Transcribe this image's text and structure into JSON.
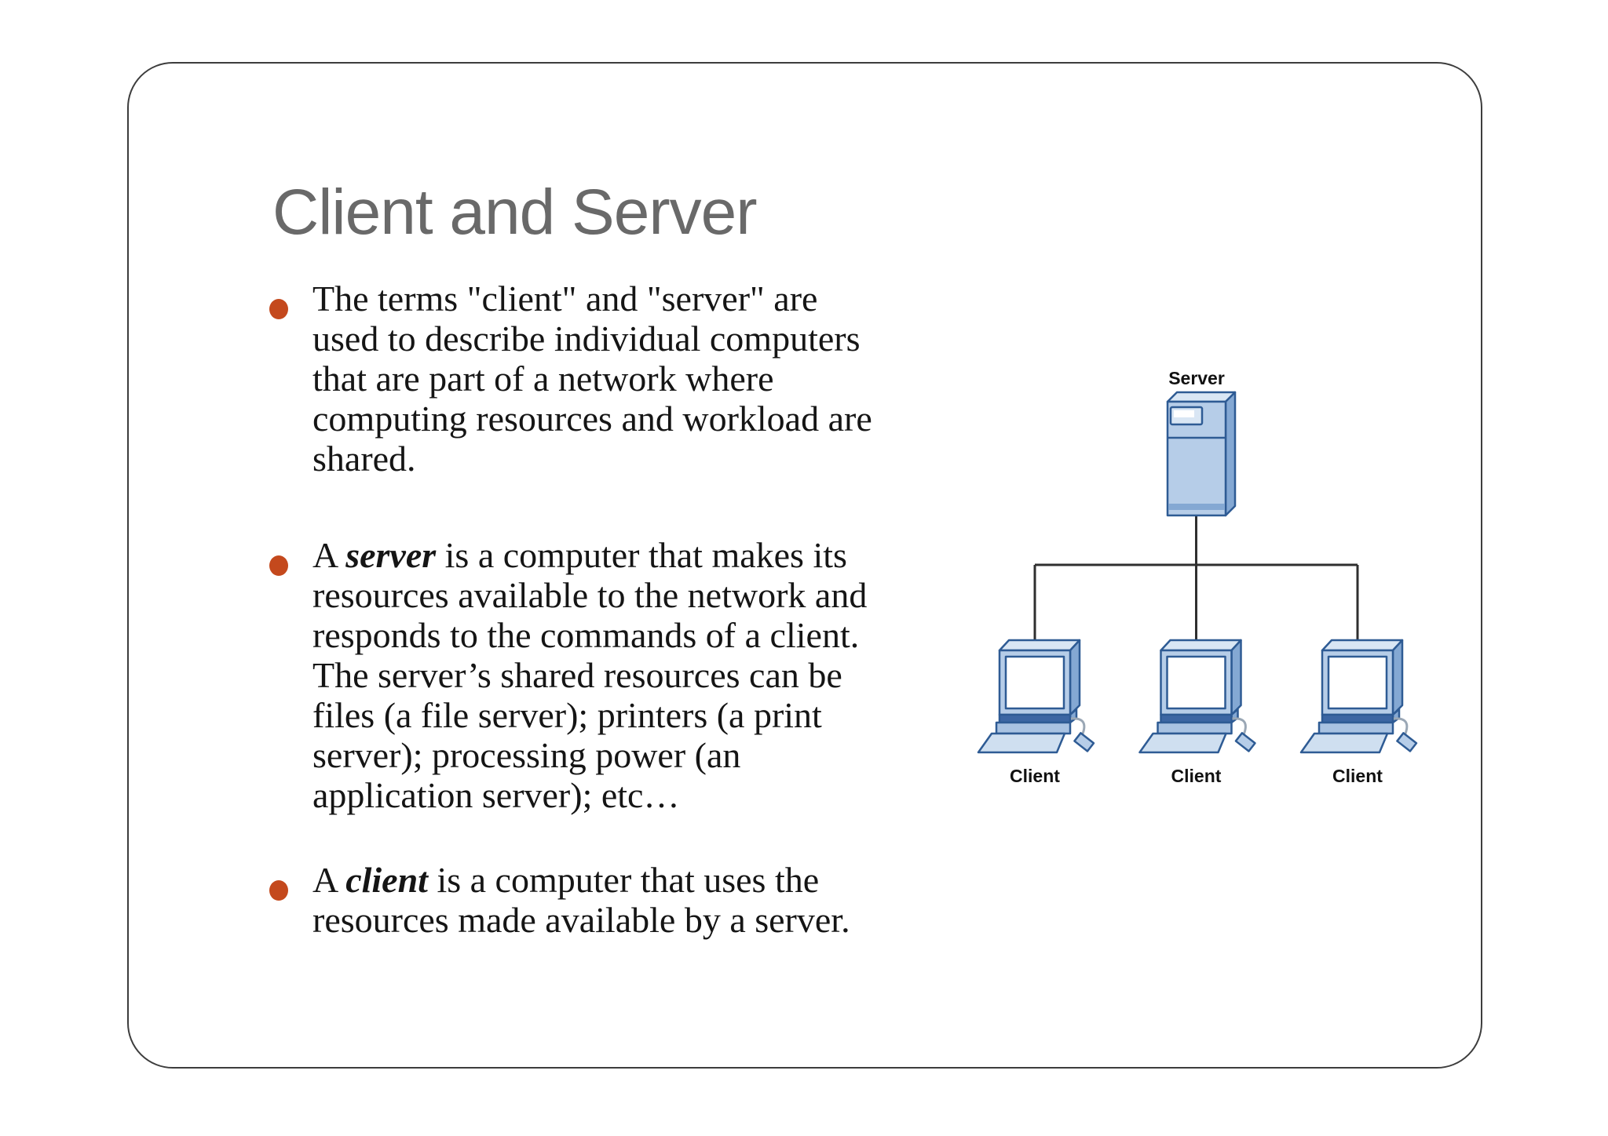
{
  "slide": {
    "title": "Client and Server",
    "bullets": [
      {
        "lines": [
          [
            {
              "t": "The terms \"client\" and \"server\" are"
            }
          ],
          [
            {
              "t": "used to describe individual computers"
            }
          ],
          [
            {
              "t": "that are part of a network where"
            }
          ],
          [
            {
              "t": "computing resources and workload are"
            }
          ],
          [
            {
              "t": "shared."
            }
          ]
        ]
      },
      {
        "lines": [
          [
            {
              "t": "A "
            },
            {
              "t": "server",
              "em": true
            },
            {
              "t": " is a computer that makes its"
            }
          ],
          [
            {
              "t": "resources available to the network and"
            }
          ],
          [
            {
              "t": "responds to the commands of a client."
            }
          ],
          [
            {
              "t": "The server’s shared resources can be"
            }
          ],
          [
            {
              "t": "files (a file server); printers (a print"
            }
          ],
          [
            {
              "t": "server); processing power (an"
            }
          ],
          [
            {
              "t": "application server); etc…"
            }
          ]
        ]
      },
      {
        "lines": [
          [
            {
              "t": "A "
            },
            {
              "t": "client",
              "em": true
            },
            {
              "t": " is a computer that uses the"
            }
          ],
          [
            {
              "t": "resources made available by a server."
            }
          ]
        ]
      }
    ]
  },
  "diagram": {
    "server_label": "Server",
    "client_labels": [
      "Client",
      "Client",
      "Client"
    ]
  },
  "colors": {
    "title_text": "#696969",
    "body_text": "#151515",
    "bullet_marker": "#c4491d",
    "slide_border": "#3d3d3d",
    "slide_background": "#ffffff",
    "page_background": "#ffffff",
    "diagram_outline": "#2e5b94",
    "diagram_fill_light": "#b6cde8",
    "diagram_fill_lighter": "#d9e6f4",
    "diagram_fill_mid": "#84a8d3",
    "diagram_fill_dark": "#3c66a3",
    "diagram_base_fill": "#a9c3e2",
    "diagram_keyboard_fill": "#cfdff0",
    "diagram_screen": "#ffffff",
    "diagram_line": "#2f2f2f",
    "diagram_label_text": "#111111"
  }
}
